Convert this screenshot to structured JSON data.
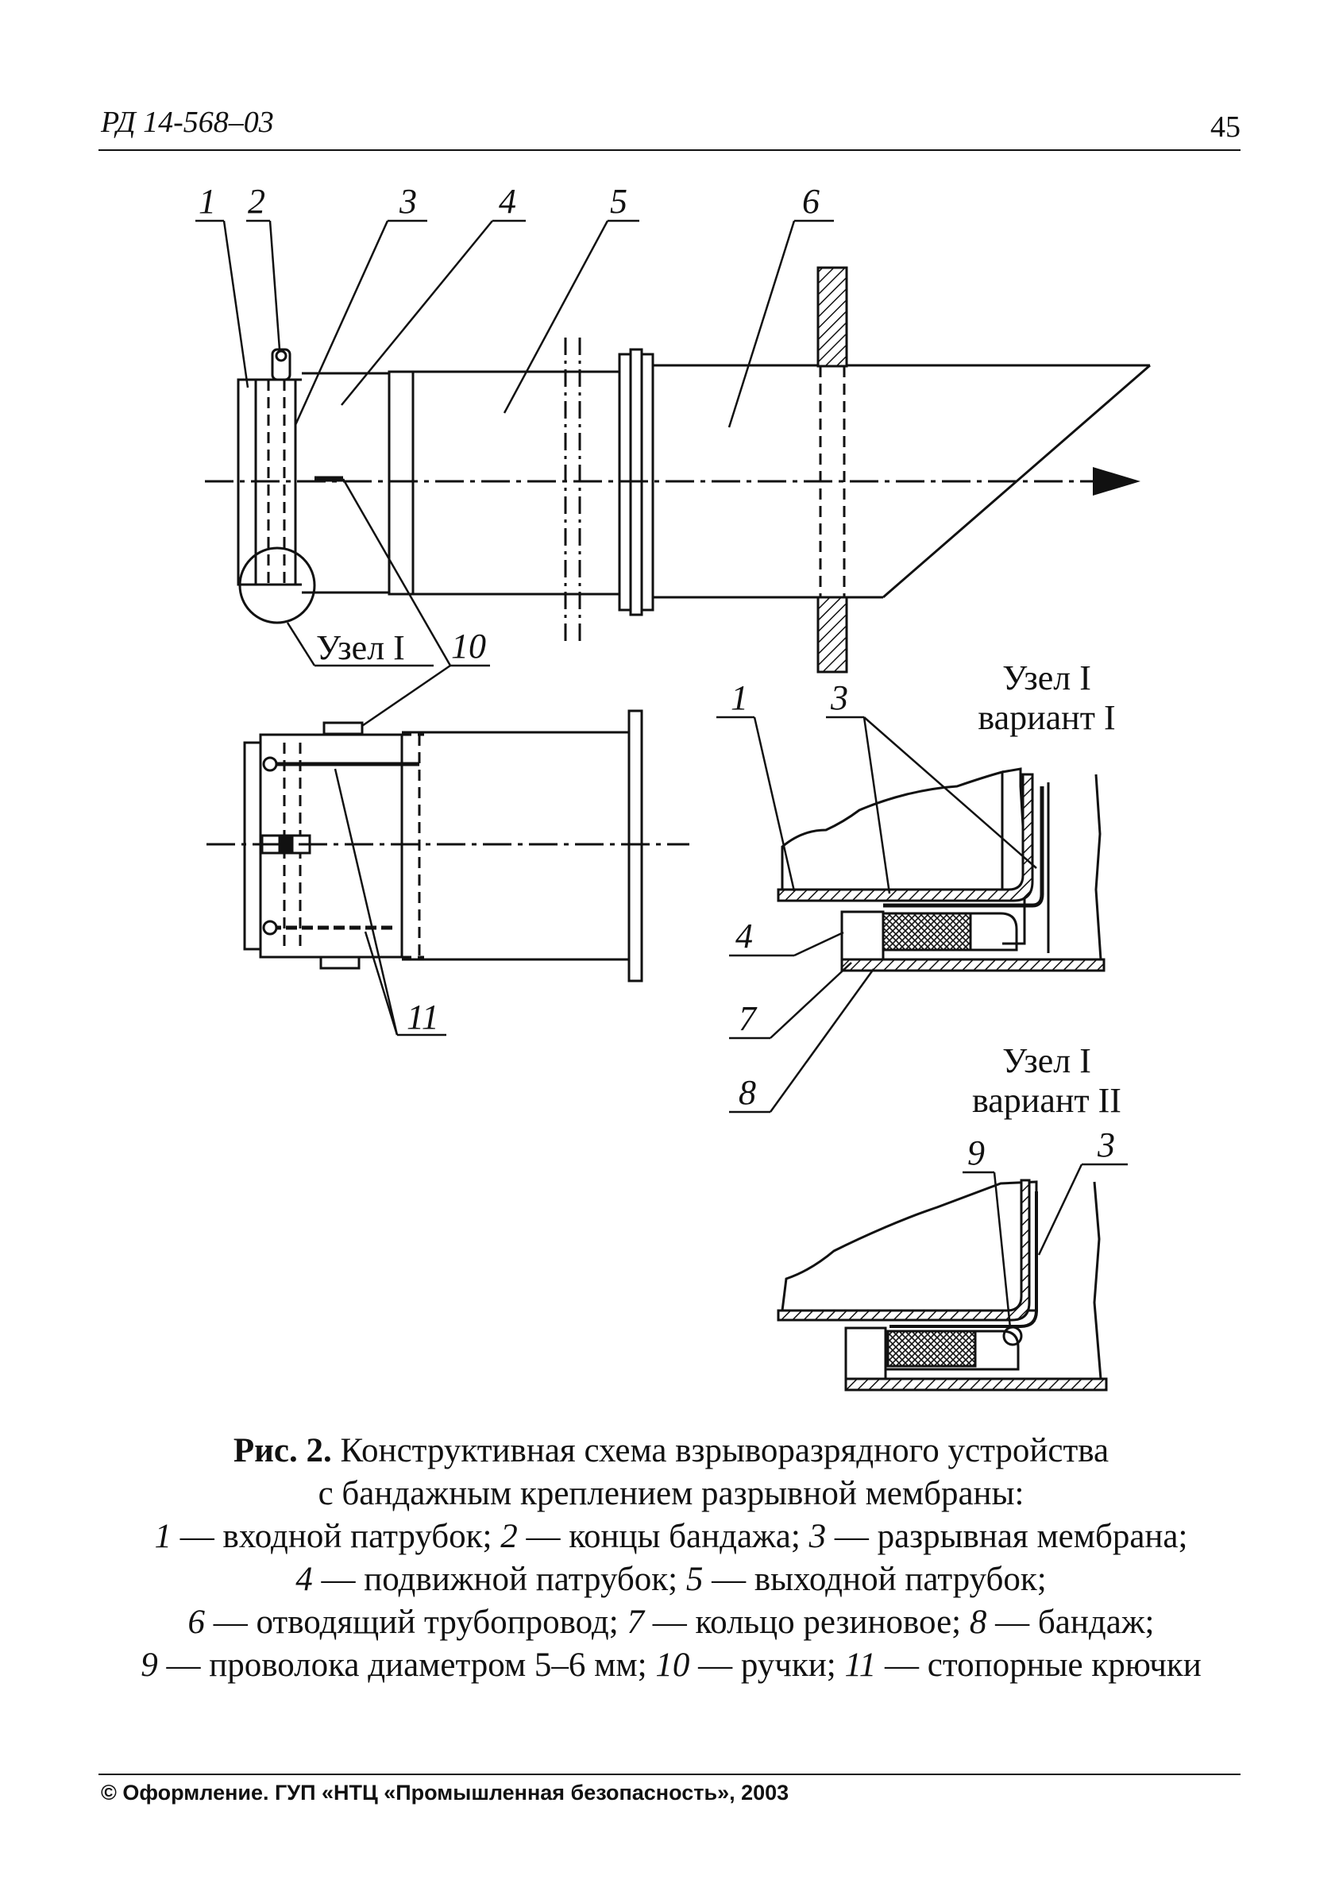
{
  "header": {
    "doc_code": "РД 14-568–03",
    "page_number": "45"
  },
  "figure": {
    "callouts": [
      "1",
      "2",
      "3",
      "4",
      "5",
      "6",
      "10",
      "11",
      "1",
      "3",
      "4",
      "7",
      "8",
      "9",
      "3"
    ],
    "node_label": "Узел I",
    "variant1_title": [
      "Узел I",
      "вариант I"
    ],
    "variant2_title": [
      "Узел I",
      "вариант II"
    ]
  },
  "caption": {
    "figure_label": "Рис. 2.",
    "title_line1": "Конструктивная схема взрыворазрядного устройства",
    "title_line2": "с бандажным креплением разрывной мембраны:",
    "legend": [
      {
        "num": "1",
        "text": "входной патрубок;"
      },
      {
        "num": "2",
        "text": "концы бандажа;"
      },
      {
        "num": "3",
        "text": "разрывная мембрана;"
      },
      {
        "num": "4",
        "text": "подвижной патрубок;"
      },
      {
        "num": "5",
        "text": "выходной патрубок;"
      },
      {
        "num": "6",
        "text": "отводящий трубопровод;"
      },
      {
        "num": "7",
        "text": "кольцо резиновое;"
      },
      {
        "num": "8",
        "text": "бандаж;"
      },
      {
        "num": "9",
        "text": "проволока диаметром 5–6 мм;"
      },
      {
        "num": "10",
        "text": "ручки;"
      },
      {
        "num": "11",
        "text": "стопорные крючки"
      }
    ]
  },
  "footer": {
    "text": "© Оформление. ГУП «НТЦ «Промышленная безопасность», 2003"
  }
}
